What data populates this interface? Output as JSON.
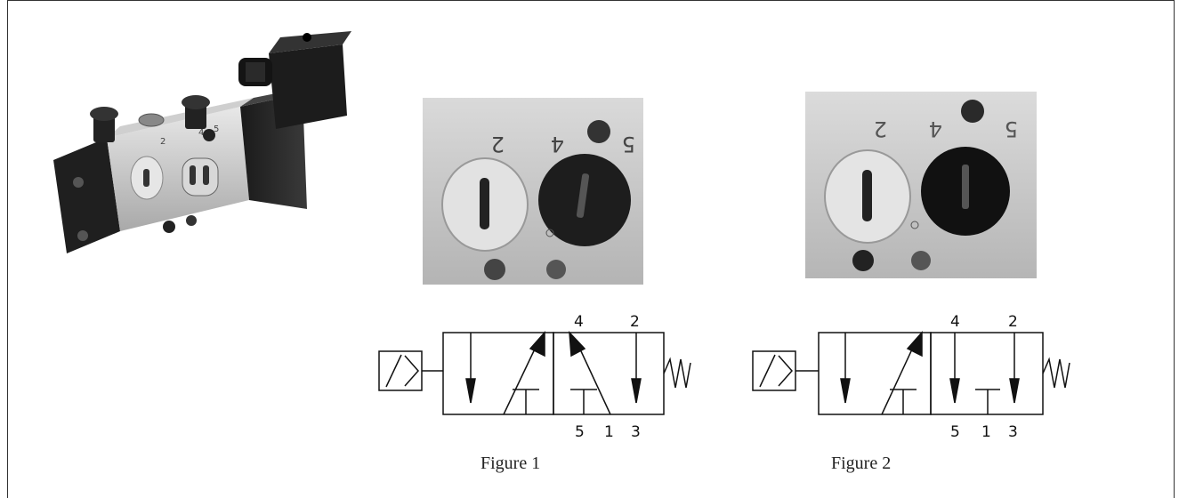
{
  "figures": [
    {
      "caption": "Figure 1",
      "photo_port_labels": [
        "2",
        "4",
        "5"
      ],
      "symbol_top_labels": [
        "4",
        "2"
      ],
      "symbol_bottom_labels": [
        "5",
        "1",
        "3"
      ]
    },
    {
      "caption": "Figure 2",
      "photo_port_labels": [
        "2",
        "4",
        "5"
      ],
      "symbol_top_labels": [
        "4",
        "2"
      ],
      "symbol_bottom_labels": [
        "5",
        "1",
        "3"
      ]
    }
  ],
  "valve_photo": {
    "port_labels": [
      "2",
      "4",
      "5"
    ]
  }
}
